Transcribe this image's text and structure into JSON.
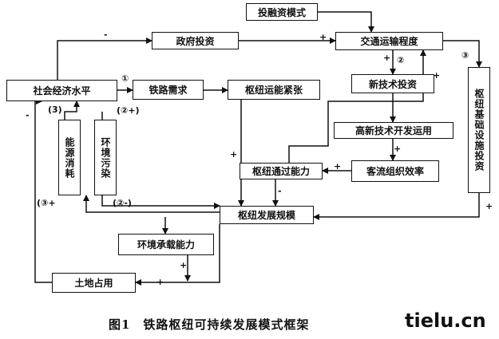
{
  "nodes": {
    "investment_mode": "投融资模式",
    "gov_investment": "政府投资",
    "transport_level": "交通运输程度",
    "socio_economic": "社会经济水平",
    "railway_demand": "铁路需求",
    "hub_capacity_tight": "枢纽运能紧张",
    "new_tech_investment": "新技术投资",
    "hightech_application": "高新技术开发运用",
    "passenger_efficiency": "客流组织效率",
    "hub_throughput": "枢纽通过能力",
    "hub_scale": "枢纽发展规模",
    "env_capacity": "环境承载能力",
    "land_use": "土地占用",
    "energy_consumption": "能源消耗",
    "env_pollution": "环境污染",
    "hub_infra_investment": "枢纽基础设施投资"
  },
  "labels": {
    "l1": "①",
    "l2": "②",
    "l3": "③",
    "l3p": "(3)",
    "l2p": "(②+)",
    "l3b": "(③+",
    "l2b": "(②-)",
    "plus": "+",
    "minus": "-"
  },
  "caption": "图1　铁路枢纽可持续发展模式框架",
  "watermark": "tielu.cn"
}
